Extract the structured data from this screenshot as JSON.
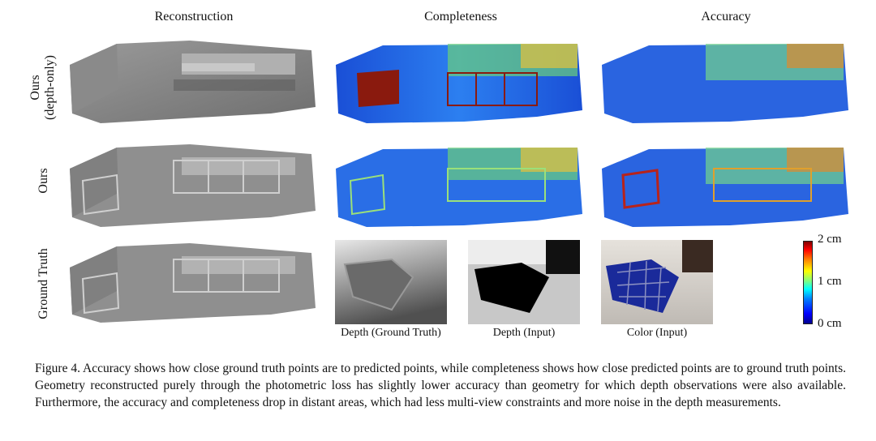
{
  "columns": [
    "Reconstruction",
    "Completeness",
    "Accuracy"
  ],
  "rows": [
    {
      "label_line1": "Ours",
      "label_line2": "(depth-only)"
    },
    {
      "label_line1": "Ours"
    },
    {
      "label_line1": "Ground Truth"
    }
  ],
  "subcaptions": [
    "Depth (Ground Truth)",
    "Depth (Input)",
    "Color (Input)"
  ],
  "colorbar": {
    "max_label": "2 cm",
    "mid_label": "1 cm",
    "min_label": "0 cm",
    "colors": [
      "#00008f",
      "#0000ff",
      "#00ffff",
      "#ffff00",
      "#ff0000",
      "#800000"
    ]
  },
  "caption": "Figure 4. Accuracy shows how close ground truth points are to predicted points, while completeness shows how close predicted points are to ground truth points. Geometry reconstructed purely through the photometric loss has slightly lower accuracy than geometry for which depth observations were also available. Furthermore, the accuracy and completeness drop in distant areas, which had less multi-view constraints and more noise in the depth measurements."
}
